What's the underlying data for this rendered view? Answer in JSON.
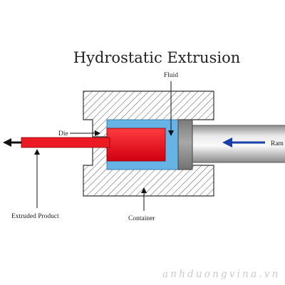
{
  "title": "Hydrostatic Extrusion",
  "labels": {
    "fluid": "Fluid",
    "die": "Die",
    "ram": "Ram",
    "extruded_product": "Extruded Product",
    "container": "Container"
  },
  "watermark": "anhduongvina.vn",
  "colors": {
    "billet": "#e8141e",
    "fluid": "#66b3e6",
    "ram_arrow": "#1a3fa8",
    "hatch": "#555555"
  }
}
